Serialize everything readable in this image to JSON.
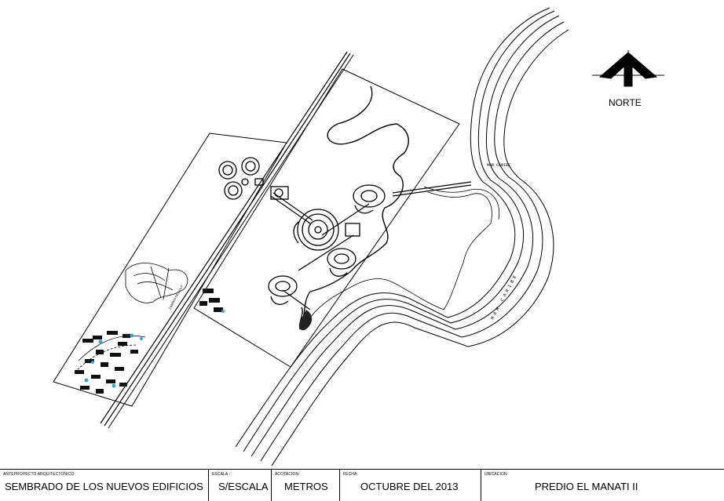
{
  "north_label": "NORTE",
  "map_labels": {
    "sea_top": "MAR CARIBE",
    "sea_side": "MAR CARIBE",
    "road": "CAMINO DE GOLF"
  },
  "title_block": {
    "project_label": "ANTEPROYECTO ARQUITECTONICO:",
    "project_value": "SEMBRADO DE LOS NUEVOS EDIFICIOS",
    "scale_label": "ESCALA :",
    "scale_value": "S/ESCALA",
    "units_label": "ACOTACION:",
    "units_value": "METROS",
    "date_label": "FECHA:",
    "date_value": "OCTUBRE DEL 2013",
    "location_label": "UBICACION:",
    "location_value": "PREDIO EL MANATI II"
  }
}
